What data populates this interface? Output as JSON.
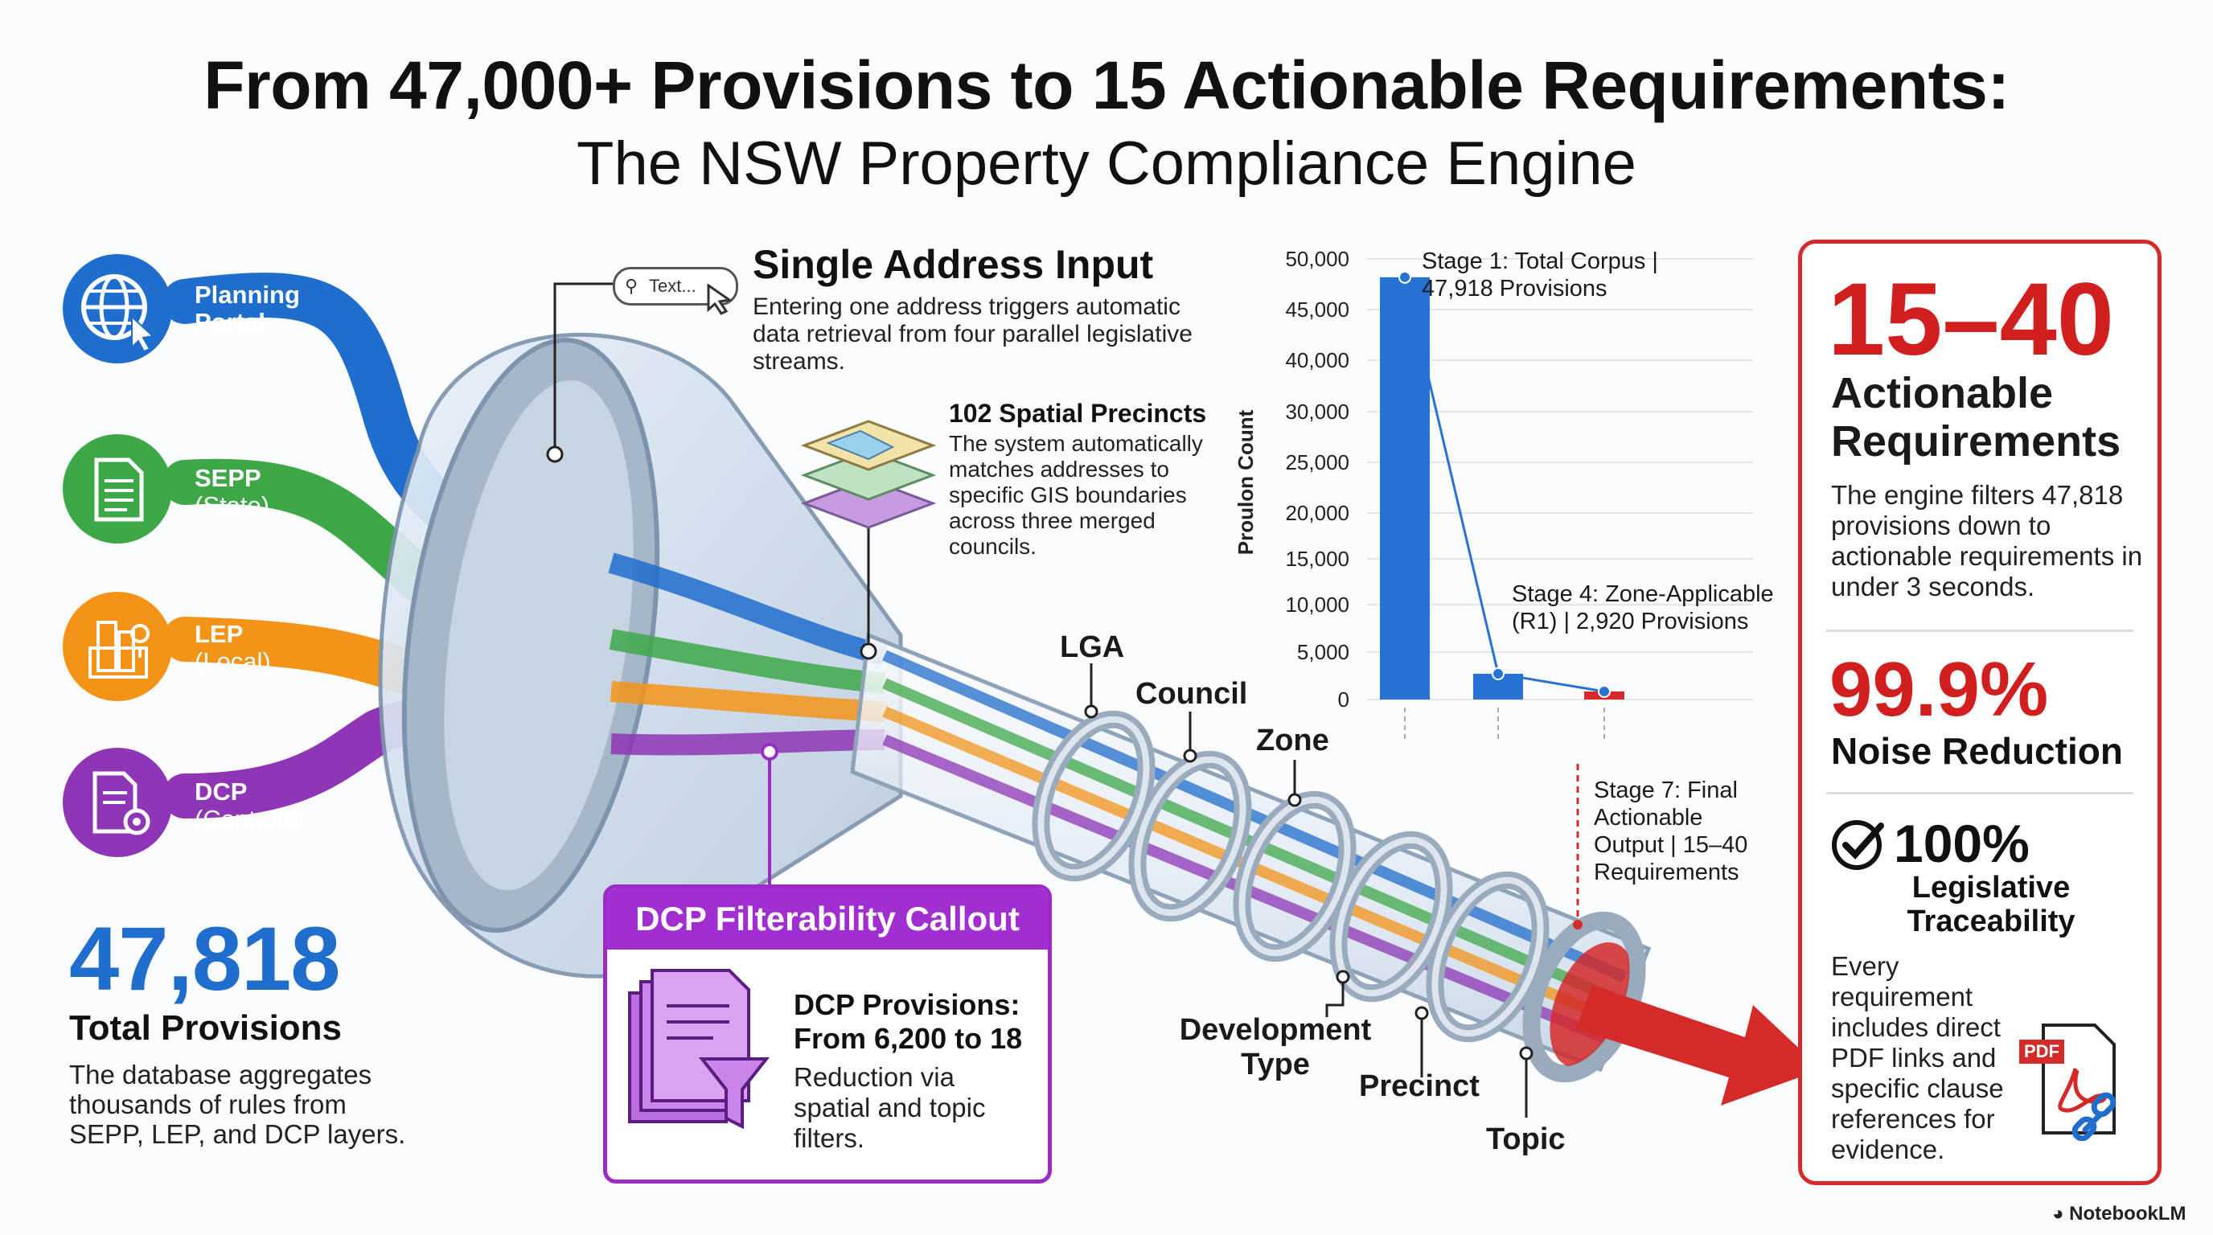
{
  "title": {
    "line1": "From 47,000+ Provisions to 15 Actionable Requirements:",
    "line2": "The NSW Property Compliance Engine"
  },
  "sources": [
    {
      "name": "Planning",
      "sub": "Portal",
      "color": "#1f6dcc",
      "icon": "globe-cursor-icon"
    },
    {
      "name": "SEPP",
      "sub": "(State)",
      "color": "#3ea849",
      "icon": "document-icon"
    },
    {
      "name": "LEP",
      "sub": "(Local)",
      "color": "#f39419",
      "icon": "city-map-icon"
    },
    {
      "name": "DCP",
      "sub": "(Controls)",
      "color": "#8e36b5",
      "icon": "document-gear-icon"
    }
  ],
  "total": {
    "number": "47,818",
    "label": "Total Provisions",
    "desc": "The database aggregates thousands of rules from SEPP, LEP, and DCP layers."
  },
  "address_input": {
    "search_text": "Text...",
    "title": "Single Address Input",
    "desc": "Entering one address triggers automatic data retrieval from four parallel legislative streams."
  },
  "spatial": {
    "title": "102 Spatial Precincts",
    "desc": "The system automatically matches addresses to specific GIS boundaries across three merged councils."
  },
  "filters": [
    "LGA",
    "Council",
    "Zone",
    "Development Type",
    "Precinct",
    "Topic"
  ],
  "callout": {
    "header": "DCP Filterability Callout",
    "title": "DCP Provisions: From 6,200 to 18",
    "desc": "Reduction via spatial and topic filters."
  },
  "chart_data": {
    "type": "bar",
    "ylabel": "Proulon Count",
    "ylim": [
      0,
      50000
    ],
    "yticks": [
      "50,000",
      "45,000",
      "40,000",
      "30,000",
      "25,000",
      "20,000",
      "15,000",
      "10,000",
      "5,000",
      "0"
    ],
    "categories": [
      "Stage 1",
      "Stage 4",
      "Stage 7"
    ],
    "values": [
      47918,
      2920,
      40
    ],
    "annotations": [
      "Stage 1: Total Corpus | 47,918 Provisions",
      "Stage 4: Zone-Applicable (R1) | 2,920 Provisions",
      "Stage 7: Final Actionable Output | 15–40 Requirements"
    ],
    "colors": [
      "#2673d1",
      "#2673d1",
      "#d42a2a"
    ]
  },
  "results": {
    "range": "15–40",
    "range_label": "Actionable Requirements",
    "range_desc": "The engine filters 47,818 provisions down to actionable requirements in under 3 seconds.",
    "noise_pct": "99.9%",
    "noise_label": "Noise Reduction",
    "trace_pct": "100%",
    "trace_label": "Legislative Traceability",
    "trace_desc": "Every requirement includes direct PDF links and specific clause references for evidence.",
    "pdf_badge": "PDF"
  },
  "brand": "NotebookLM"
}
